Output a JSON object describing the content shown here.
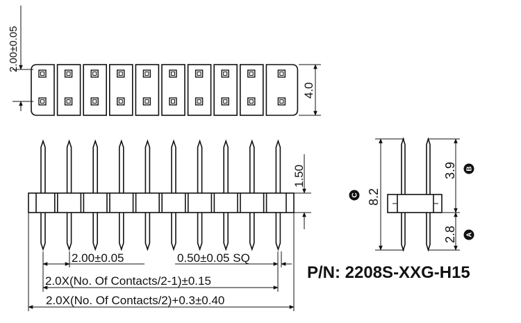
{
  "top_view": {
    "pitch_vertical": "2.00±0.05",
    "height": "4.0"
  },
  "front_view": {
    "pin_length": "1.50",
    "pitch": "2.00±0.05",
    "pin_size": "0.50±0.05 SQ",
    "formula_pitch_span": "2.0X(No. Of Contacts/2-1)±0.15",
    "formula_body_length": "2.0X(No. Of Contacts/2)+0.3±0.40"
  },
  "side_view": {
    "total_length": "8.2",
    "upper_length": "3.9",
    "lower_length": "2.8",
    "marker_total": "C",
    "marker_upper": "B",
    "marker_lower": "A"
  },
  "part_number": "P/N: 2208S-XXG-H15",
  "colors": {
    "line": "#111111",
    "background": "#ffffff"
  }
}
